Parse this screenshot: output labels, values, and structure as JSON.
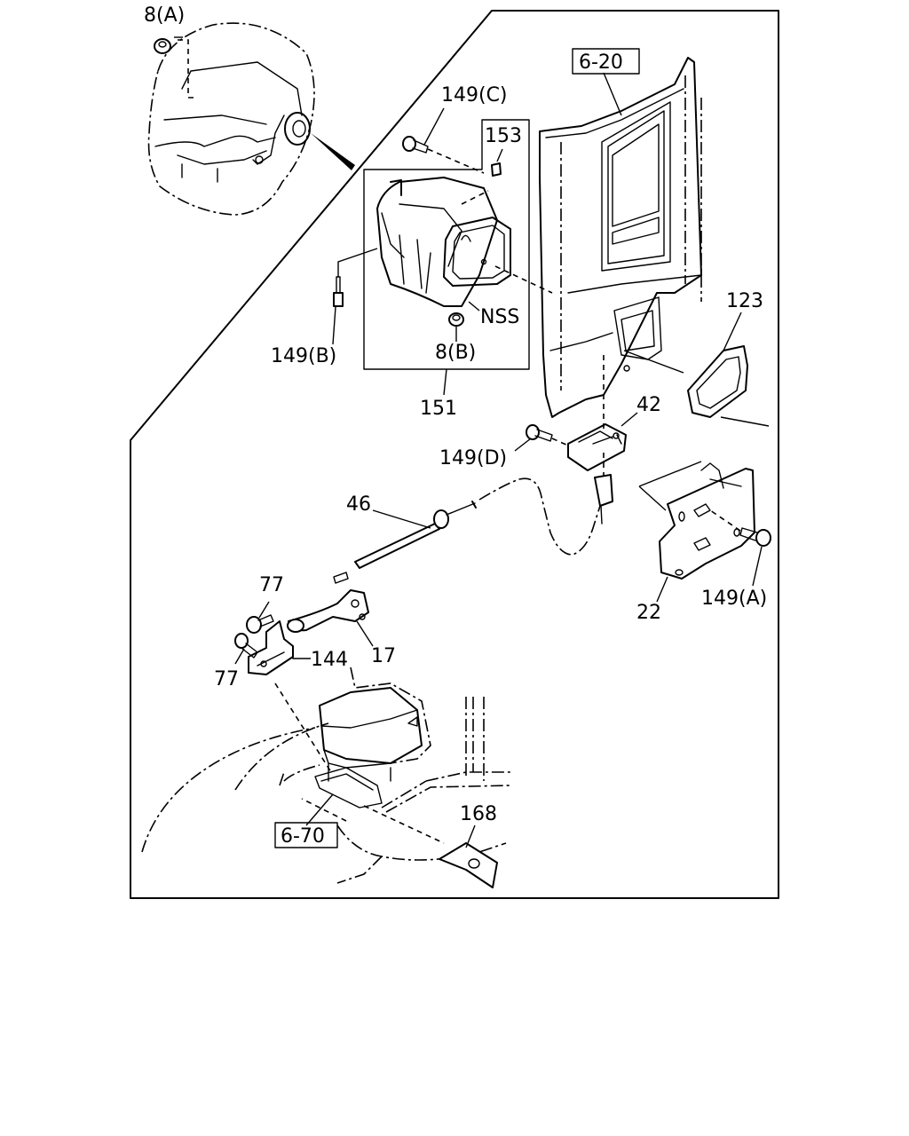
{
  "callouts": {
    "c8a": "8(A)",
    "c149c": "149(C)",
    "c153": "153",
    "c620": "6-20",
    "cnss": "NSS",
    "c149b": "149(B)",
    "c8b": "8(B)",
    "c151": "151",
    "c123": "123",
    "c42": "42",
    "c149d": "149(D)",
    "c46": "46",
    "c77a": "77",
    "c77b": "77",
    "c144": "144",
    "c17": "17",
    "c22": "22",
    "c149a": "149(A)",
    "c168": "168",
    "c670": "6-70"
  }
}
